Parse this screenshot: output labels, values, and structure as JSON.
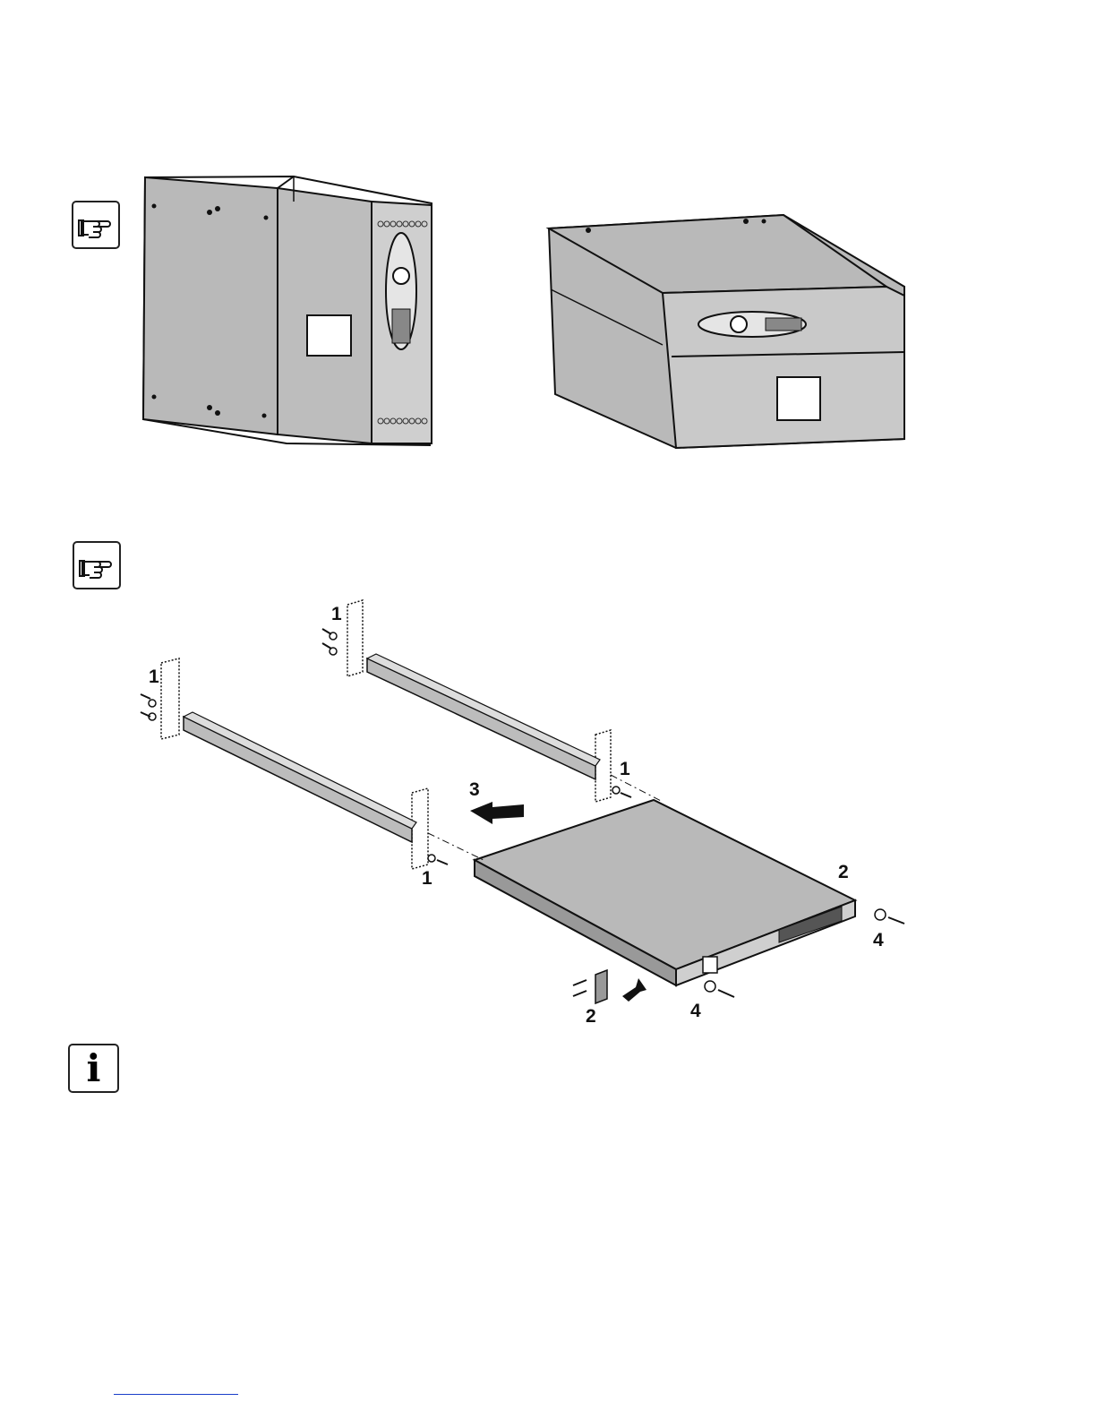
{
  "icons": {
    "note_1": "pointing-hand-icon",
    "note_2": "pointing-hand-icon",
    "info": "info-icon"
  },
  "info_glyph": "i",
  "install_labels": {
    "rear_left": "1",
    "rear_right": "1",
    "front_left": "1",
    "front_right": "1",
    "push": "3",
    "bracket_right": "2",
    "bracket_left": "2",
    "screw_right": "4",
    "screw_left": "4"
  },
  "colors": {
    "footer_rule": "#1a3ec9",
    "line": "#111111",
    "body_gray": "#b9b9b9"
  }
}
